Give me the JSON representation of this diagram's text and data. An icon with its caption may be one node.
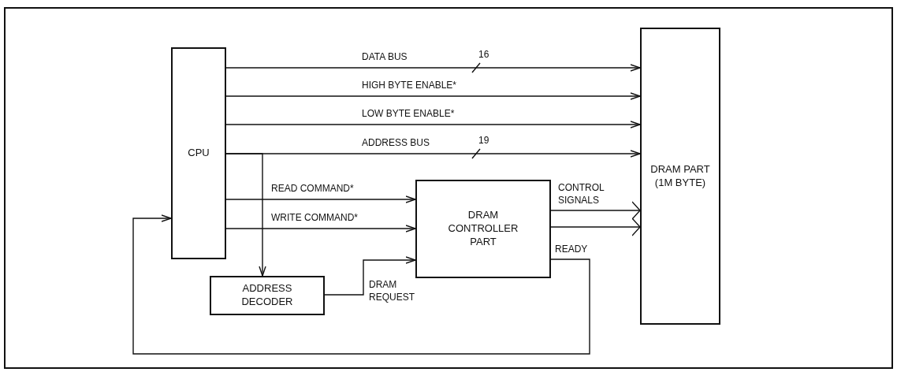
{
  "diagram": {
    "nodes": [
      {
        "text": [
          "CPU"
        ]
      },
      {
        "text": [
          "DRAM PART (1M BYTE)"
        ]
      },
      {
        "text": [
          "DRAM CONTROLLER PART"
        ]
      },
      {
        "text": [
          "ADDRESS DECODER"
        ]
      }
    ],
    "edges": [
      {
        "from": 0,
        "to": 1,
        "arrow": "to",
        "label": "DATA BUS"
      },
      {
        "from": 0,
        "to": 1,
        "arrow": "to",
        "label": "HIGH BYTE ENABLE*"
      },
      {
        "from": 0,
        "to": 1,
        "arrow": "to",
        "label": "LOW BYTE ENABLE*"
      },
      {
        "from": 0,
        "to": 1,
        "arrow": "to",
        "label": "ADDRESS BUS"
      },
      {
        "from": 0,
        "to": 3,
        "arrow": "to"
      },
      {
        "from": 0,
        "to": 2,
        "arrow": "to",
        "label": "READ COMMAND*"
      },
      {
        "from": 0,
        "to": 2,
        "arrow": "to",
        "label": "WRITE COMMAND*"
      },
      {
        "from": 2,
        "to": 1,
        "arrow": "to",
        "label": "CONTROL SIGNALS"
      },
      {
        "from": 2,
        "to": 1,
        "arrow": "to"
      },
      {
        "from": 3,
        "to": 2,
        "arrow": "to",
        "label": "DRAM REQUEST"
      },
      {
        "from": 2,
        "to": 0,
        "arrow": "to",
        "label": "READY"
      }
    ],
    "labels": [
      "16",
      "19"
    ]
  }
}
